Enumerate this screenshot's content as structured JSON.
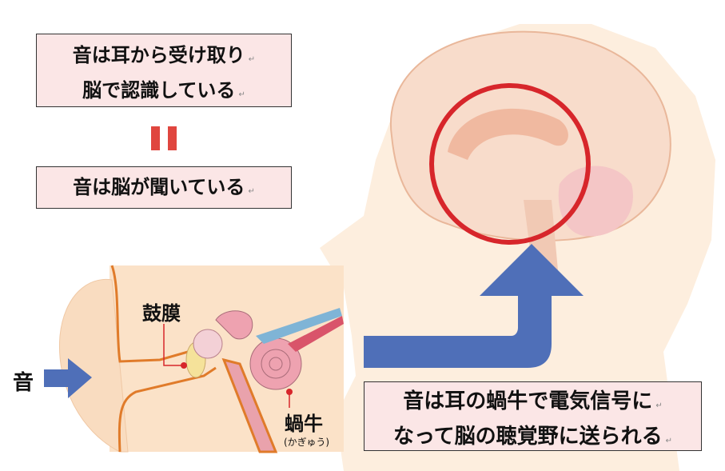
{
  "box_top": {
    "line1": "音は耳から受け取り",
    "line2": "脳で認識している"
  },
  "equals_symbol": "=",
  "box_middle": {
    "line1": "音は脳が聞いている"
  },
  "box_bottom": {
    "line1": "音は耳の蝸牛で電気信号に",
    "line2": "なって脳の聴覚野に送られる"
  },
  "return_mark": "↵",
  "labels": {
    "sound": "音",
    "eardrum": "鼓膜",
    "cochlea": "蝸牛",
    "cochlea_reading": "(かぎゅう)"
  },
  "colors": {
    "box_bg": "#fbe6e6",
    "accent_red": "#d7262b",
    "arrow_blue": "#4f6fb8",
    "skin": "#fbe4cc"
  }
}
